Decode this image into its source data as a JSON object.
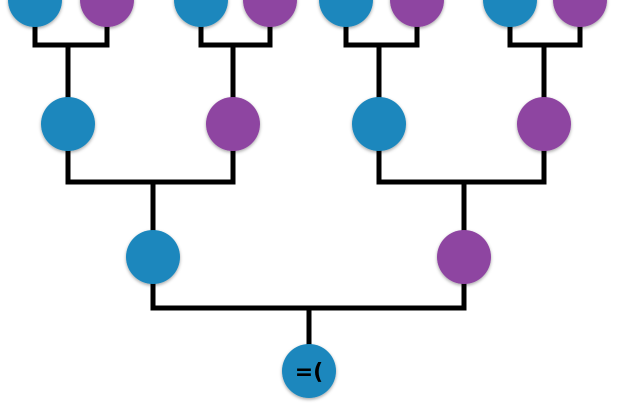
{
  "colors": {
    "blue": "#1a87bd",
    "purple": "#8e44a1",
    "line": "#000000",
    "root_text": "#000000"
  },
  "diagram": {
    "type": "tree",
    "root": {
      "label": "=(",
      "color": "blue",
      "children": [
        {
          "color": "blue",
          "children": [
            {
              "color": "blue",
              "children": [
                {
                  "color": "blue",
                  "children": []
                },
                {
                  "color": "purple",
                  "children": []
                }
              ]
            },
            {
              "color": "purple",
              "children": [
                {
                  "color": "blue",
                  "children": []
                },
                {
                  "color": "purple",
                  "children": []
                }
              ]
            }
          ]
        },
        {
          "color": "purple",
          "children": [
            {
              "color": "blue",
              "children": [
                {
                  "color": "blue",
                  "children": []
                },
                {
                  "color": "purple",
                  "children": []
                }
              ]
            },
            {
              "color": "purple",
              "children": [
                {
                  "color": "blue",
                  "children": []
                },
                {
                  "color": "purple",
                  "children": []
                }
              ]
            }
          ]
        }
      ]
    }
  }
}
